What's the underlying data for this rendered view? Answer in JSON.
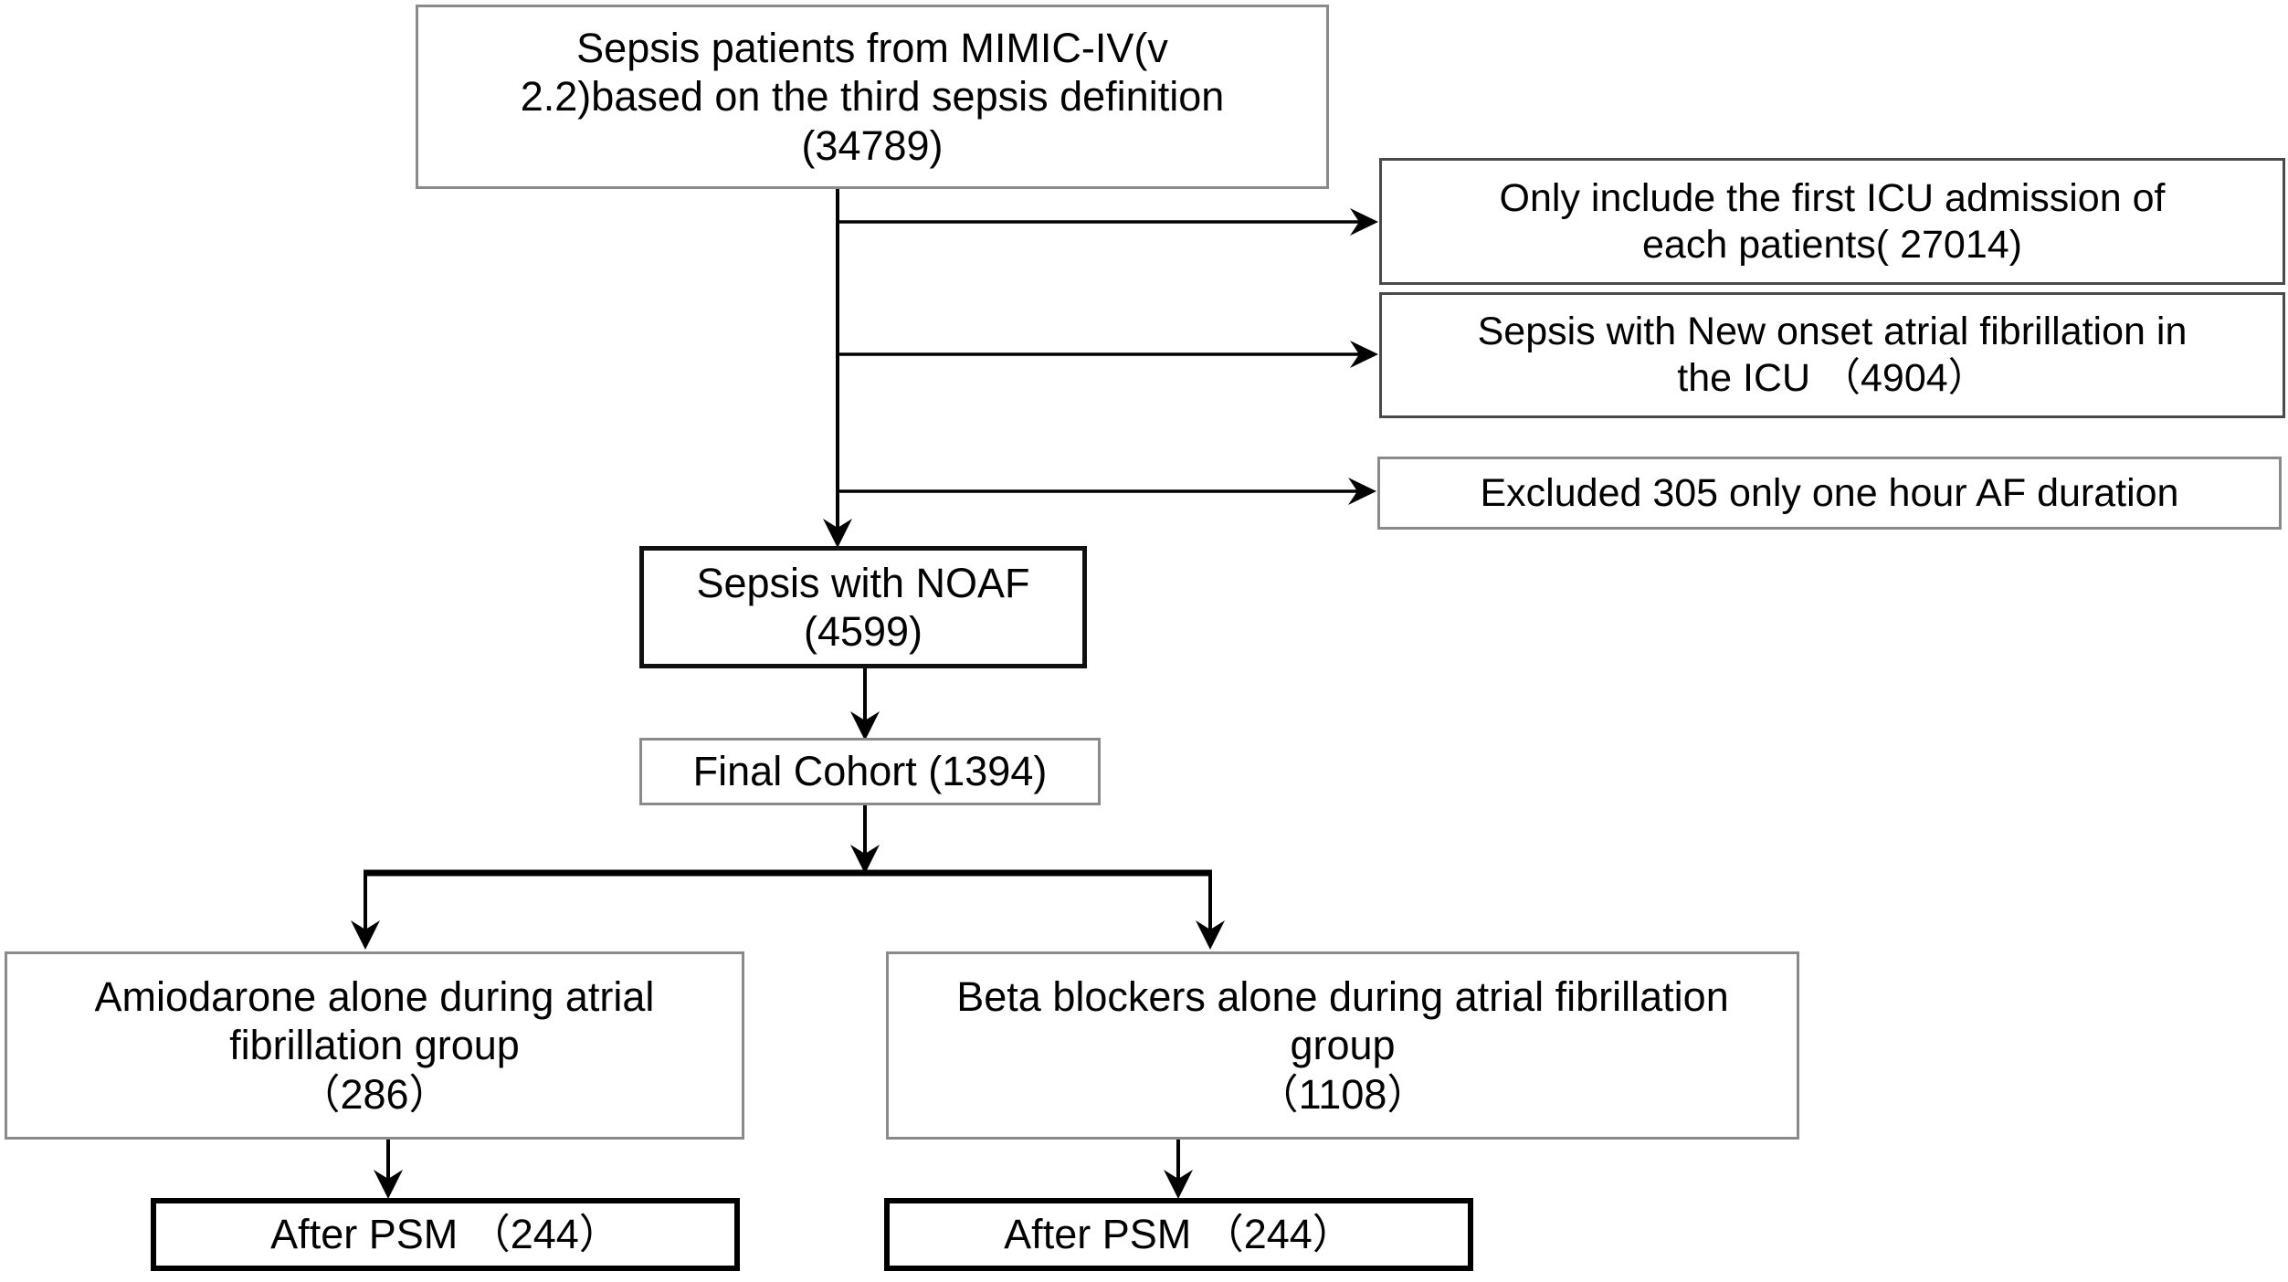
{
  "diagram": {
    "title": "Sepsis NOAF study cohort selection flowchart",
    "type": "flowchart",
    "background_color": "#ffffff",
    "line_color": "#000000",
    "text_color": "#000000"
  },
  "nodes": {
    "source_cohort": {
      "text": "Sepsis patients from MIMIC-IV(v\n2.2)based on the third sepsis definition\n(34789)",
      "count": 34789
    },
    "first_icu": {
      "text": "Only include the first ICU admission of\neach patients( 27014)",
      "count": 27014
    },
    "noaf_icu": {
      "text": "Sepsis with New onset atrial fibrillation in\nthe ICU （4904）",
      "count": 4904
    },
    "excluded_one_hour": {
      "text": "Excluded  305 only one hour AF duration",
      "count": 305
    },
    "sepsis_noaf": {
      "text": "Sepsis with NOAF\n(4599)",
      "count": 4599
    },
    "final_cohort": {
      "text": "Final Cohort (1394)",
      "count": 1394
    },
    "amiodarone_group": {
      "text": "Amiodarone alone during atrial\nfibrillation group\n（286）",
      "count": 286
    },
    "beta_blocker_group": {
      "text": "Beta blockers alone during atrial fibrillation\ngroup\n（1108）",
      "count": 1108
    },
    "psm_left": {
      "text": "After PSM （244）",
      "count": 244
    },
    "psm_right": {
      "text": "After PSM （244）",
      "count": 244
    }
  }
}
